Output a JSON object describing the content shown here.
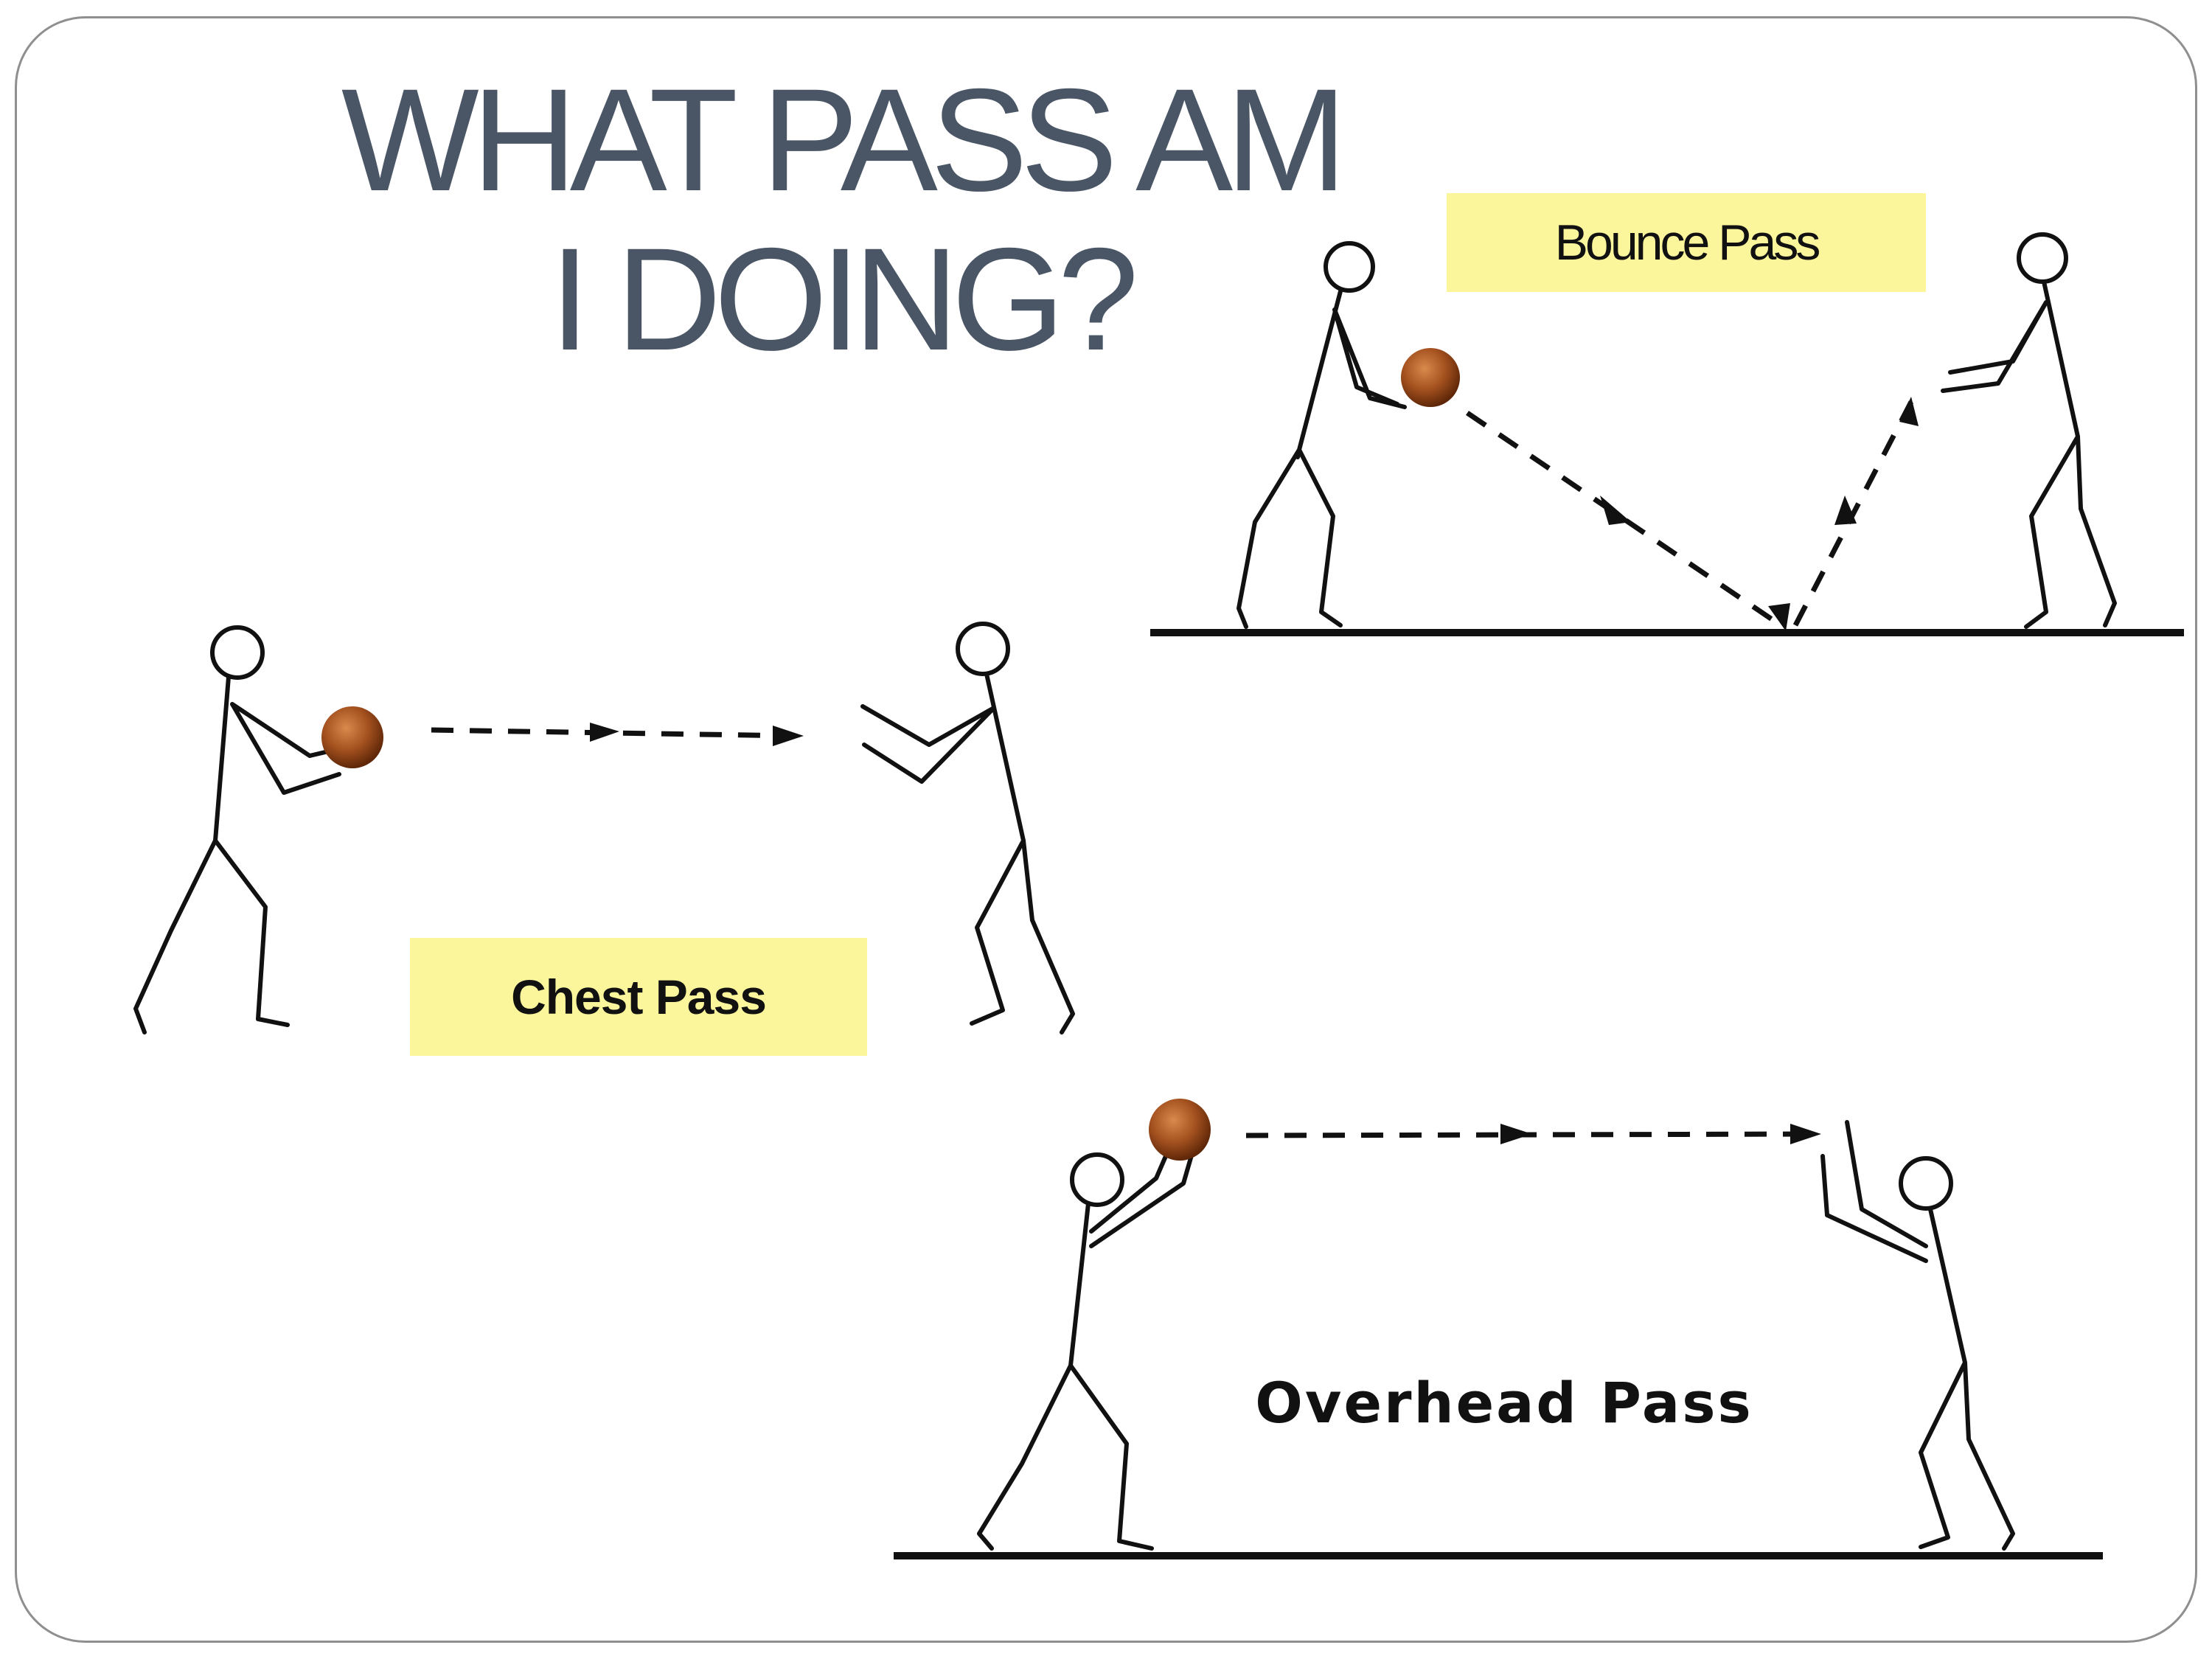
{
  "slide": {
    "title_line1": "WHAT PASS AM",
    "title_line2": "I DOING?"
  },
  "passes": {
    "bounce": "Bounce Pass",
    "chest": "Chest Pass",
    "overhead": "Overhead Pass"
  },
  "colors": {
    "title": "#4a5666",
    "label_highlight": "#fbf59b",
    "ball": "#8b3f14"
  }
}
